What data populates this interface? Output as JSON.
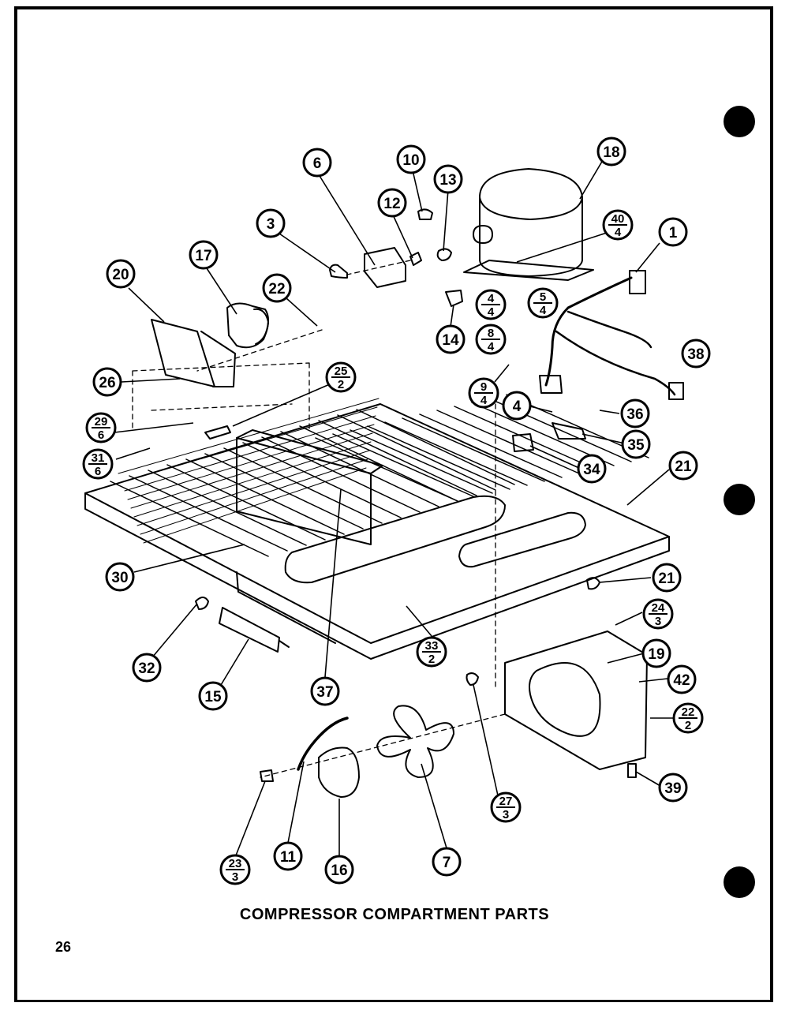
{
  "caption": "COMPRESSOR COMPARTMENT PARTS",
  "page_number": "26",
  "callouts": [
    {
      "id": "c1",
      "label": "1"
    },
    {
      "id": "c3",
      "label": "3"
    },
    {
      "id": "c4",
      "label": "4"
    },
    {
      "id": "c6",
      "label": "6"
    },
    {
      "id": "c7",
      "label": "7"
    },
    {
      "id": "c10",
      "label": "10"
    },
    {
      "id": "c11",
      "label": "11"
    },
    {
      "id": "c12",
      "label": "12"
    },
    {
      "id": "c13",
      "label": "13"
    },
    {
      "id": "c14",
      "label": "14"
    },
    {
      "id": "c15",
      "label": "15"
    },
    {
      "id": "c16",
      "label": "16"
    },
    {
      "id": "c17",
      "label": "17"
    },
    {
      "id": "c18",
      "label": "18"
    },
    {
      "id": "c19",
      "label": "19"
    },
    {
      "id": "c20",
      "label": "20"
    },
    {
      "id": "c21a",
      "label": "21"
    },
    {
      "id": "c21b",
      "label": "21"
    },
    {
      "id": "c22",
      "label": "22"
    },
    {
      "id": "c26",
      "label": "26"
    },
    {
      "id": "c30",
      "label": "30"
    },
    {
      "id": "c32",
      "label": "32"
    },
    {
      "id": "c34",
      "label": "34"
    },
    {
      "id": "c35",
      "label": "35"
    },
    {
      "id": "c36",
      "label": "36"
    },
    {
      "id": "c37",
      "label": "37"
    },
    {
      "id": "c38",
      "label": "38"
    },
    {
      "id": "c39",
      "label": "39"
    },
    {
      "id": "c42",
      "label": "42"
    }
  ],
  "fraction_callouts": [
    {
      "id": "f40_4",
      "top": "40",
      "bottom": "4"
    },
    {
      "id": "f4_4",
      "top": "4",
      "bottom": "4"
    },
    {
      "id": "f5_4",
      "top": "5",
      "bottom": "4"
    },
    {
      "id": "f8_4",
      "top": "8",
      "bottom": "4"
    },
    {
      "id": "f9_4",
      "top": "9",
      "bottom": "4"
    },
    {
      "id": "f25_2",
      "top": "25",
      "bottom": "2"
    },
    {
      "id": "f29_6",
      "top": "29",
      "bottom": "6"
    },
    {
      "id": "f31_6",
      "top": "31",
      "bottom": "6"
    },
    {
      "id": "f24_3",
      "top": "24",
      "bottom": "3"
    },
    {
      "id": "f22_2",
      "top": "22",
      "bottom": "2"
    },
    {
      "id": "f33_2",
      "top": "33",
      "bottom": "2"
    },
    {
      "id": "f27_3",
      "top": "27",
      "bottom": "3"
    },
    {
      "id": "f23_3",
      "top": "23",
      "bottom": "3"
    }
  ]
}
